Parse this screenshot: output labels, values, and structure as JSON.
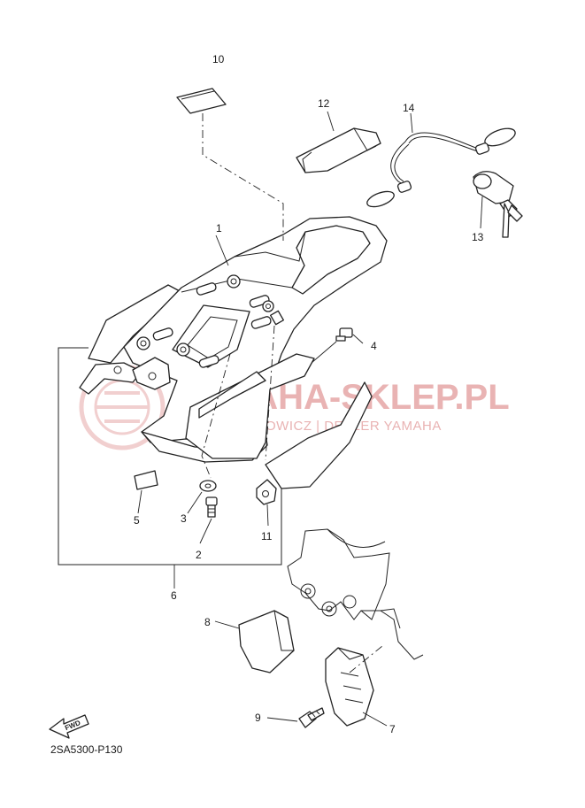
{
  "diagram_code": "2SA5300-P130",
  "fwd_label": "FWD",
  "watermark": {
    "brand": "YAMAHA-SKLEP.PL",
    "dealer": "WOJCIECHOWICZ | DEALER YAMAHA"
  },
  "callouts": [
    {
      "id": "1",
      "label": "1"
    },
    {
      "id": "2",
      "label": "2"
    },
    {
      "id": "3",
      "label": "3"
    },
    {
      "id": "4",
      "label": "4"
    },
    {
      "id": "5",
      "label": "5"
    },
    {
      "id": "6",
      "label": "6"
    },
    {
      "id": "7",
      "label": "7"
    },
    {
      "id": "8",
      "label": "8"
    },
    {
      "id": "9",
      "label": "9"
    },
    {
      "id": "10",
      "label": "10"
    },
    {
      "id": "11",
      "label": "11"
    },
    {
      "id": "12",
      "label": "12"
    },
    {
      "id": "13",
      "label": "13"
    },
    {
      "id": "14",
      "label": "14"
    }
  ]
}
